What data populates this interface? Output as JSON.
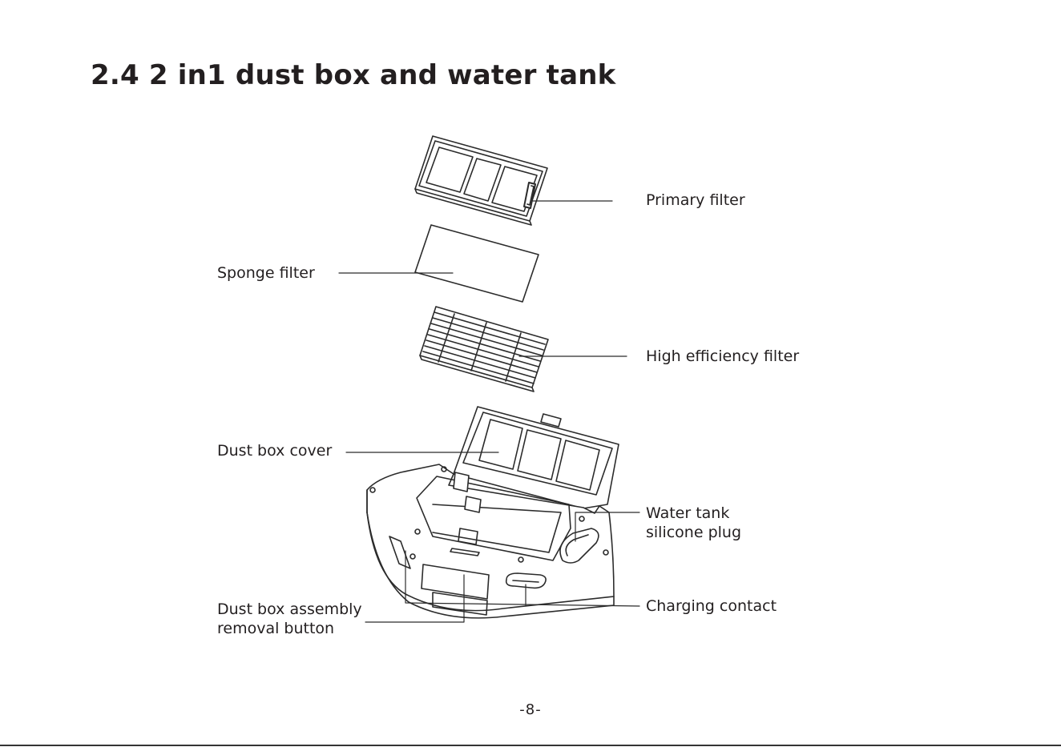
{
  "title": "2.4 2 in1 dust box and water tank",
  "labels": {
    "primary_filter": "Primary filter",
    "sponge_filter": "Sponge filter",
    "high_efficiency_filter": "High efficiency filter",
    "dust_box_cover": "Dust box cover",
    "water_tank_plug_line1": "Water tank",
    "water_tank_plug_line2": "silicone plug",
    "charging_contact": "Charging contact",
    "removal_button_line1": "Dust box assembly",
    "removal_button_line2": "removal button"
  },
  "page_number": "-8-",
  "colors": {
    "text": "#231f20",
    "line_art": "#2b2b2b"
  }
}
